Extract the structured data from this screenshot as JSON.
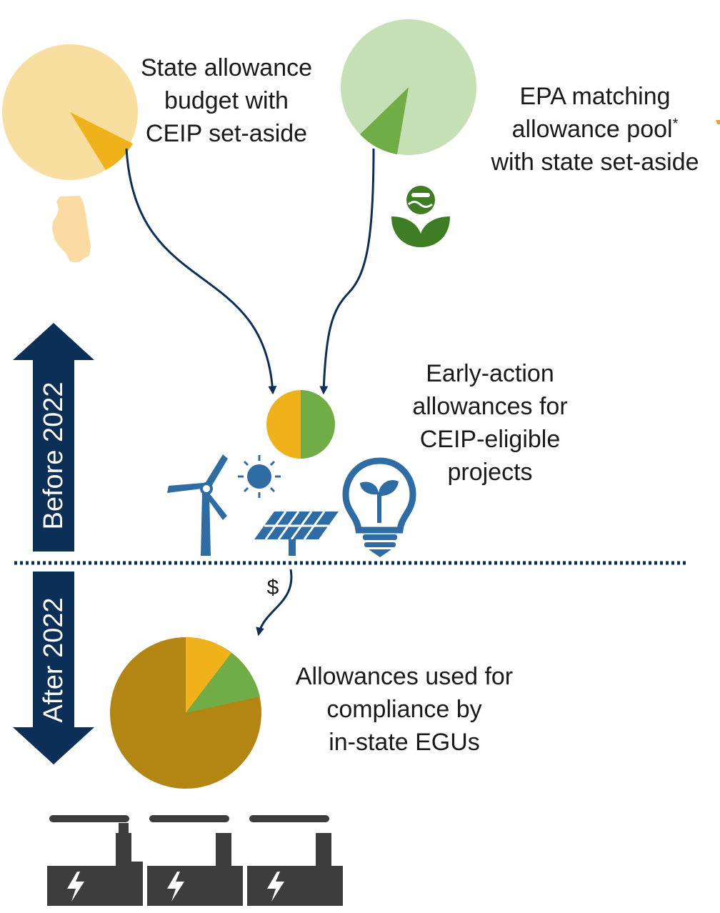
{
  "colors": {
    "state_budget": "#f8dfa0",
    "state_setaside": "#efb21a",
    "epa_pool": "#c6e0b6",
    "epa_setaside": "#70ad46",
    "compliance_pool": "#b38613",
    "arrow_navy": "#0c2f57",
    "icon_blue": "#2e6ca4",
    "epa_green": "#3e7d23",
    "factory_gray": "#3d3d3d",
    "state_map": "#fbdba2"
  },
  "labels": {
    "state_budget": [
      "State allowance",
      "budget with",
      "CEIP set-aside"
    ],
    "epa_pool": [
      "EPA matching",
      "allowance pool",
      "with state set-aside"
    ],
    "epa_pool_footnote": "*",
    "early_action": [
      "Early-action",
      "allowances for",
      "CEIP-eligible",
      "projects"
    ],
    "compliance": [
      "Allowances used for",
      "compliance by",
      "in-state EGUs"
    ],
    "dollar": "$"
  },
  "timeline": {
    "before": "Before 2022",
    "after": "After 2022"
  },
  "icons": [
    "illinois-state-icon",
    "epa-logo-icon",
    "wind-turbine-icon",
    "sun-icon",
    "solar-panel-icon",
    "lightbulb-icon",
    "factory-icon"
  ]
}
